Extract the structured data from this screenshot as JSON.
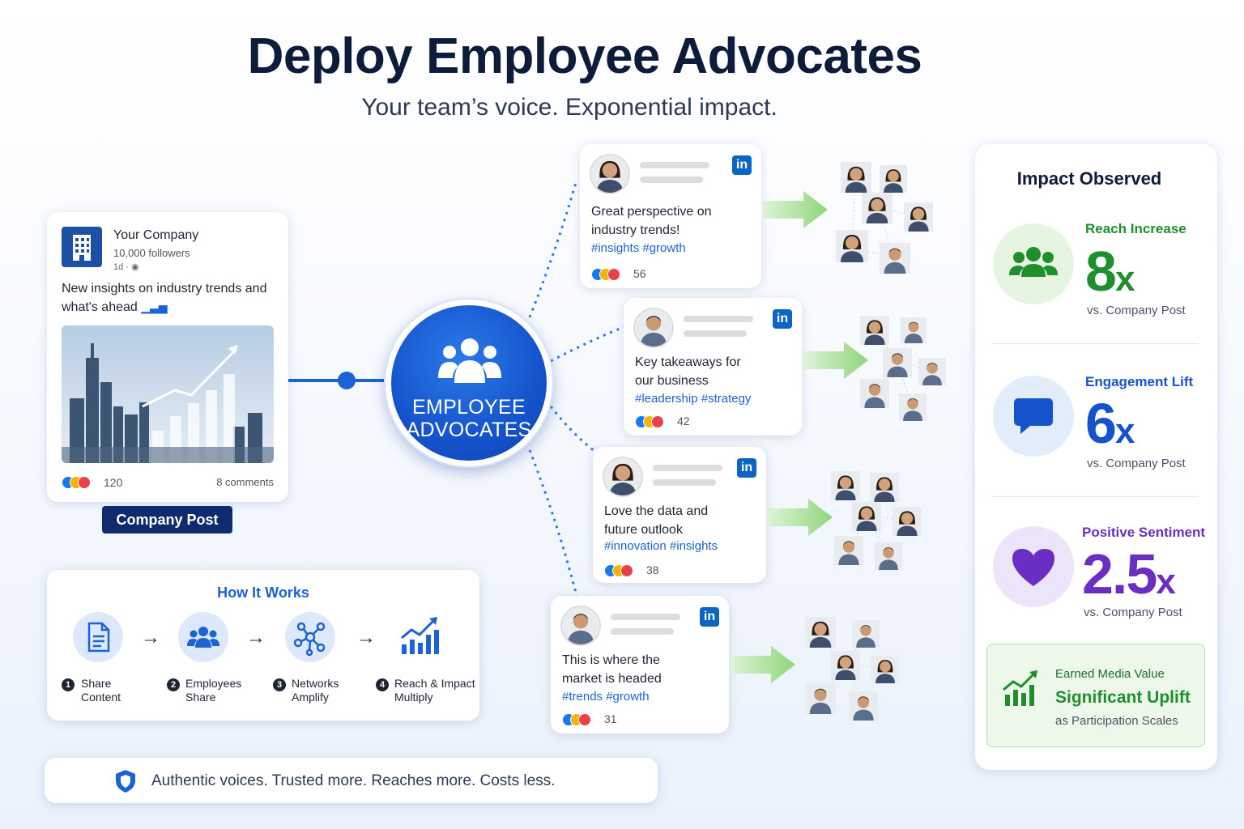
{
  "header": {
    "title": "Deploy Employee Advocates",
    "subtitle": "Your team’s voice. Exponential impact."
  },
  "company_post": {
    "name": "Your Company",
    "followers": "10,000 followers",
    "meta": "1d ·",
    "text": "New insights on industry trends and what's ahead",
    "reactions": "120",
    "comments": "8 comments",
    "badge": "Company Post"
  },
  "hub": {
    "label_line1": "EMPLOYEE",
    "label_line2": "ADVOCATES"
  },
  "advocate_posts": [
    {
      "line1": "Great perspective on",
      "line2": "industry trends!",
      "tags": "#insights #growth",
      "reactions": "56",
      "linkedin": "in"
    },
    {
      "line1": "Key takeaways for",
      "line2": "our business",
      "tags": "#leadership #strategy",
      "reactions": "42",
      "linkedin": "in"
    },
    {
      "line1": "Love the data and",
      "line2": "future outlook",
      "tags": "#innovation #insights",
      "reactions": "38",
      "linkedin": "in"
    },
    {
      "line1": "This is where the",
      "line2": "market is headed",
      "tags": "#trends #growth",
      "reactions": "31",
      "linkedin": "in"
    }
  ],
  "how_it_works": {
    "title": "How It Works",
    "steps": [
      {
        "num": "1",
        "line1": "Share",
        "line2": "Content",
        "icon": "document-icon"
      },
      {
        "num": "2",
        "line1": "Employees",
        "line2": "Share",
        "icon": "people-icon"
      },
      {
        "num": "3",
        "line1": "Networks",
        "line2": "Amplify",
        "icon": "network-icon"
      },
      {
        "num": "4",
        "line1": "Reach & Impact",
        "line2": "Multiply",
        "icon": "growth-chart-icon"
      }
    ]
  },
  "tagline": {
    "text": "Authentic voices. Trusted more. Reaches more. Costs less.",
    "icon": "shield-icon"
  },
  "impact": {
    "title": "Impact Observed",
    "metrics": [
      {
        "label": "Reach Increase",
        "value": "8",
        "unit": "x",
        "sub": "vs. Company Post",
        "color": "#1f8f2e",
        "icon": "people-icon"
      },
      {
        "label": "Engagement Lift",
        "value": "6",
        "unit": "x",
        "sub": "vs. Company Post",
        "color": "#1553cc",
        "icon": "chat-bubble-icon"
      },
      {
        "label": "Positive Sentiment",
        "value": "2.5",
        "unit": "x",
        "sub": "vs. Company Post",
        "color": "#6a2fc2",
        "icon": "heart-icon"
      }
    ],
    "emv": {
      "label": "Earned Media Value",
      "headline": "Significant Uplift",
      "sub": "as Participation Scales",
      "icon": "growth-chart-icon"
    }
  },
  "colors": {
    "brand_blue": "#1553cc",
    "navy": "#0e2b6e",
    "green": "#1f8f2e",
    "purple": "#6a2fc2",
    "linkedin": "#0a66c2"
  }
}
